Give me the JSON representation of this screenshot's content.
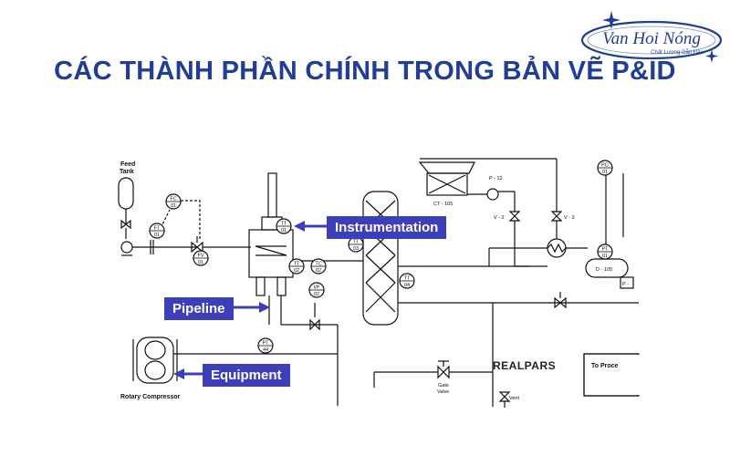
{
  "title": "CÁC THÀNH PHẦN CHÍNH TRONG BẢN VẼ P&ID",
  "logo": {
    "name": "Van Hoi Nóng",
    "tagline": "Chất Lượng Dẫn Đầu",
    "color": "#1f3d99"
  },
  "callouts": {
    "instrumentation": "Instrumentation",
    "pipeline": "Pipeline",
    "equipment": "Equipment"
  },
  "colors": {
    "callout_bg": "#3d3fb8",
    "title": "#1f3d99",
    "line": "#111111"
  },
  "equipment_labels": {
    "feed_tank": [
      "Feed",
      "Tank"
    ],
    "rotary_compressor": "Rotary Compressor",
    "cooling_tower": "CT - 105",
    "pump": "P - 12",
    "valve_v2": "V - 2",
    "valve_v3": "V - 3",
    "drum": "D - 105",
    "drum_p": "P -",
    "gate_valve": [
      "Gate",
      "Valve"
    ],
    "vent": "Vent",
    "to_process": "To Proce",
    "watermark": "REALPARS"
  },
  "instruments": [
    {
      "id": "fc01",
      "top": "FC",
      "bottom": "01"
    },
    {
      "id": "ft01",
      "top": "FT",
      "bottom": "01"
    },
    {
      "id": "fv01",
      "top": "FV",
      "bottom": "01"
    },
    {
      "id": "tt01",
      "top": "TT",
      "bottom": "01"
    },
    {
      "id": "tt02",
      "top": "TT",
      "bottom": "02"
    },
    {
      "id": "tc02",
      "top": "TC",
      "bottom": "02"
    },
    {
      "id": "ip02",
      "top": "I/P",
      "bottom": "02"
    },
    {
      "id": "tt03",
      "top": "TT",
      "bottom": "03"
    },
    {
      "id": "tt04",
      "top": "TT",
      "bottom": "04"
    },
    {
      "id": "pt44",
      "top": "PT",
      "bottom": "44"
    },
    {
      "id": "pc01",
      "top": "PC",
      "bottom": "01"
    },
    {
      "id": "pt01",
      "top": "PT",
      "bottom": "01"
    }
  ]
}
